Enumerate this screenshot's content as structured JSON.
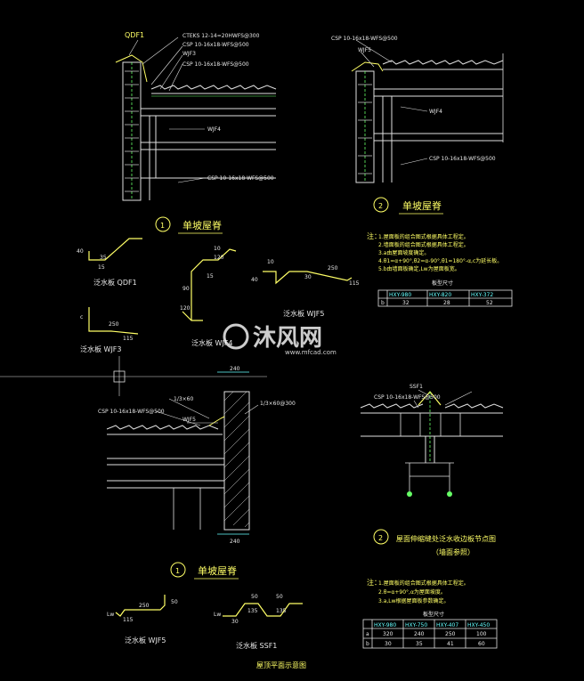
{
  "top_left": {
    "labels": [
      "QDF1",
      "CTEKS 12-14=20HWFS@300",
      "CSP 10-16x18-WFS@500",
      "WJF3",
      "CSP 10-16x18-WFS@500",
      "WJF4",
      "CSP 10-16x18-WFS@500"
    ],
    "caption_num": "1",
    "caption": "单坡屋脊"
  },
  "top_right": {
    "labels": [
      "CSP 10-16x18-WFS@500",
      "WJF5",
      "WJF4",
      "CSP 10-16x18-WFS@500"
    ],
    "caption_num": "2",
    "caption": "单坡屋脊"
  },
  "flashings": {
    "qdf1": {
      "name": "泛水板 QDF1",
      "dims": [
        "40",
        "35",
        "15"
      ]
    },
    "wjf3": {
      "name": "泛水板 WJF3",
      "dims": [
        "c",
        "250",
        "115"
      ]
    },
    "wjf4": {
      "name": "泛水板 WJF4",
      "dims": [
        "90",
        "120",
        "10",
        "15",
        "120"
      ]
    },
    "wjf5": {
      "name": "泛水板 WJF5",
      "dims": [
        "40",
        "250",
        "115",
        "10",
        "30"
      ]
    }
  },
  "notes_top": {
    "title": "注：",
    "lines": [
      "1.屋面板的组合图式根据具体工程定。",
      "2.墙面板的组合图式根据具体工程定。",
      "3.a由屋面坡度确定。",
      "4.θ1=α+90°,θ2=α-90°,θ1=180°-α,c为延长板。",
      "5.b由墙面板确定,Lw为屋面板宽。"
    ],
    "table": {
      "header": [
        "",
        "HXY-980",
        "HXY-820",
        "HXY-372"
      ],
      "caption": "板型尺寸",
      "rows": [
        [
          "b",
          "32",
          "28",
          "52"
        ]
      ]
    }
  },
  "watermark": {
    "brand": "沐风网",
    "url": "www.mfcad.com"
  },
  "mid_left": {
    "dims": [
      "240",
      "240"
    ],
    "labels": [
      "CSP 10-16x18-WFS@500",
      "1/3×60",
      "WJF5",
      "1/3×60@300"
    ],
    "caption_num": "1",
    "caption": "单坡屋脊"
  },
  "mid_right": {
    "labels": [
      "SSF1",
      "CSP 10-16x18-WFS@500"
    ],
    "caption_num": "2",
    "caption": "屋面伸缩缝处泛水收边板节点图",
    "sub": "（墙面参照）"
  },
  "bottom_flashings": {
    "wjf5": {
      "name": "泛水板 WJF5",
      "dims": [
        "250",
        "50",
        "115",
        "Lw"
      ]
    },
    "ssf1": {
      "name": "泛水板 SSF1",
      "dims": [
        "50",
        "50",
        "135",
        "135",
        "30",
        "Lw"
      ]
    }
  },
  "notes_bottom": {
    "title": "注：",
    "lines": [
      "1.屋面板的组合图式根据具体工程定。",
      "2.θ=α+90°,α为屋面坡度。",
      "3.a,Lw根据屋面板参数确定。"
    ],
    "table": {
      "header": [
        "",
        "HXY-980",
        "HXY-750",
        "HXY-407",
        "HXY-450"
      ],
      "caption": "板型尺寸",
      "rows": [
        [
          "a",
          "320",
          "240",
          "250",
          "100"
        ],
        [
          "b",
          "30",
          "35",
          "41",
          "60"
        ]
      ]
    }
  },
  "footer": "屋顶平面示意图"
}
